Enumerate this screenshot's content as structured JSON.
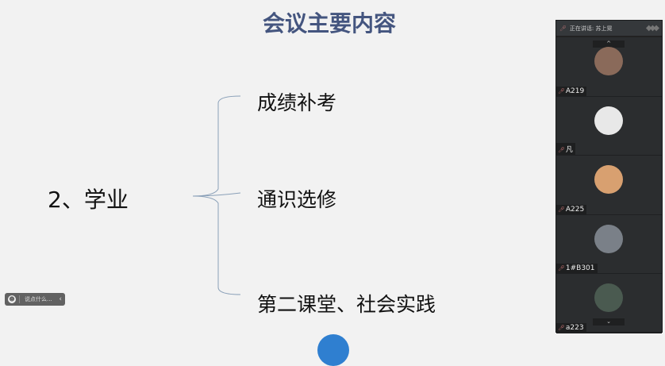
{
  "slide": {
    "title": "会议主要内容",
    "topic": "2、学业",
    "items": [
      "成绩补考",
      "通识选修",
      "第二课堂、社会实践"
    ]
  },
  "chat": {
    "placeholder": "说点什么...",
    "emoji_icon": "smile-icon",
    "collapse": "‹"
  },
  "panel": {
    "speaking": "正在讲话: 苏上晃",
    "up": "^",
    "down": "⌄",
    "participants": [
      {
        "name": "A219",
        "color": "#8a6a5a"
      },
      {
        "name": "凡",
        "color": "#e8e8e8"
      },
      {
        "name": "A225",
        "color": "#d8a070"
      },
      {
        "name": "1#B301",
        "color": "#7a8088"
      },
      {
        "name": "a223",
        "color": "#4a5a50"
      }
    ]
  }
}
